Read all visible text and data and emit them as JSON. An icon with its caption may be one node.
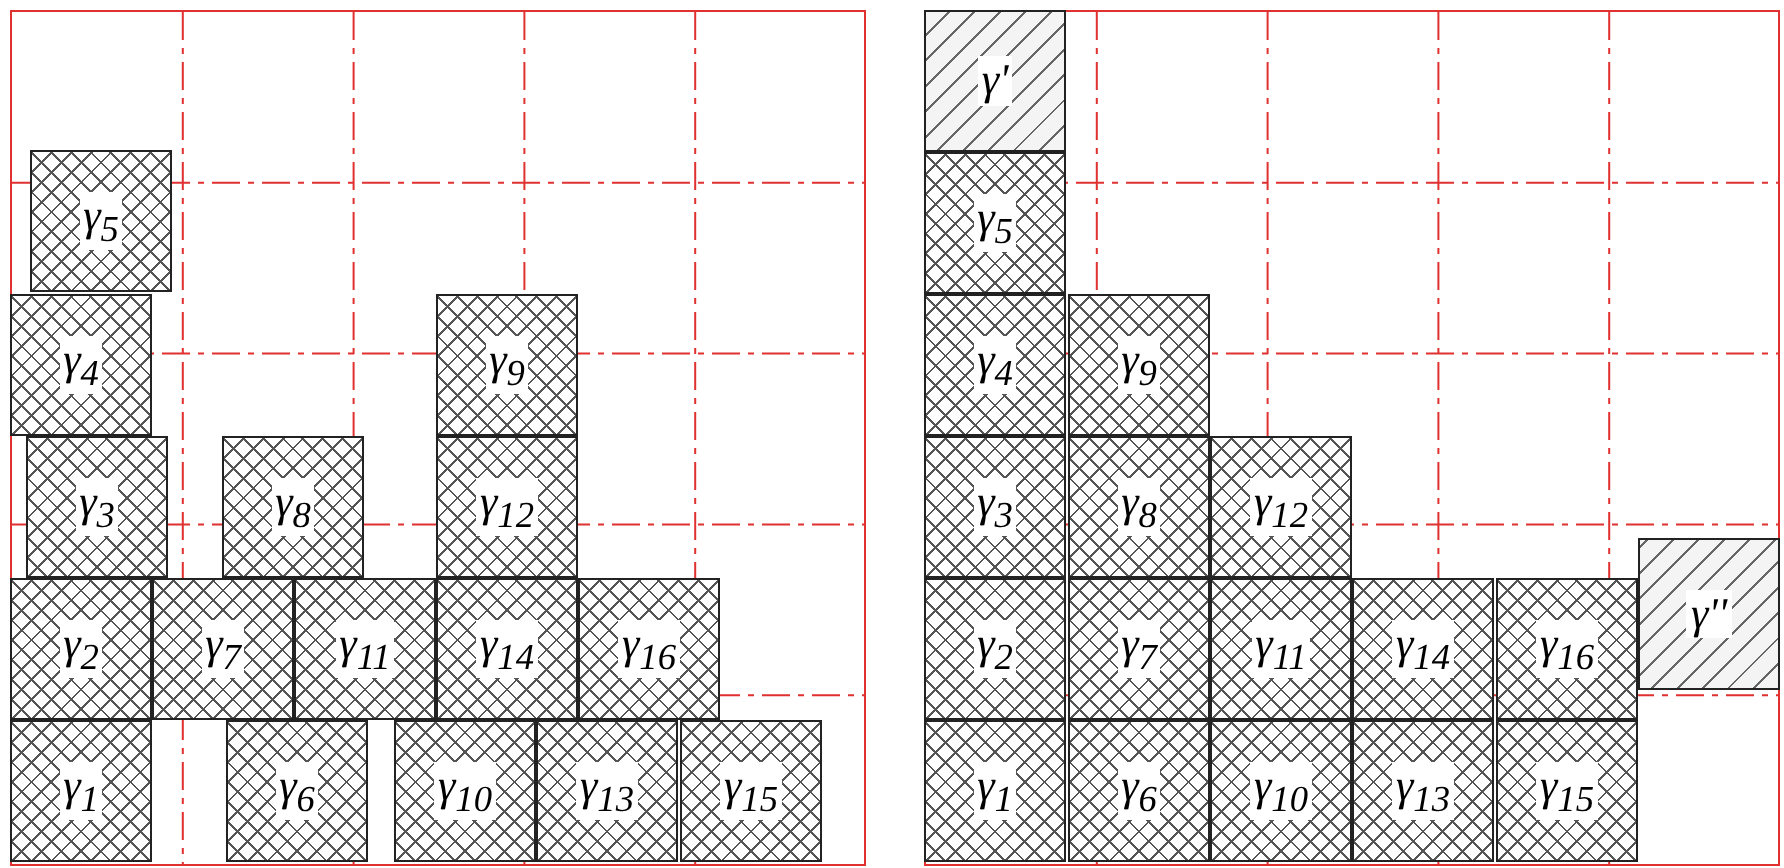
{
  "diagram": {
    "nodes": [
      {
        "text": [
          "γ$_{5}$"
        ]
      },
      {
        "text": [
          "γ$_{4}$"
        ]
      },
      {
        "text": [
          "γ$_{9}$"
        ]
      },
      {
        "text": [
          "γ$_{3}$"
        ]
      },
      {
        "text": [
          "γ$_{8}$"
        ]
      },
      {
        "text": [
          "γ$_{12}$"
        ]
      },
      {
        "text": [
          "γ$_{2}$"
        ]
      },
      {
        "text": [
          "γ$_{7}$"
        ]
      },
      {
        "text": [
          "γ$_{11}$"
        ]
      },
      {
        "text": [
          "γ$_{14}$"
        ]
      },
      {
        "text": [
          "γ$_{16}$"
        ]
      },
      {
        "text": [
          "γ$_{1}$"
        ]
      },
      {
        "text": [
          "γ$_{6}$"
        ]
      },
      {
        "text": [
          "γ$_{10}$"
        ]
      },
      {
        "text": [
          "γ$_{13}$"
        ]
      },
      {
        "text": [
          "γ$_{15}$"
        ]
      },
      {
        "text": [
          "γ'"
        ]
      },
      {
        "text": [
          "γ$_{5}$"
        ]
      },
      {
        "text": [
          "γ$_{4}$"
        ]
      },
      {
        "text": [
          "γ$_{9}$"
        ]
      },
      {
        "text": [
          "γ$_{3}$"
        ]
      },
      {
        "text": [
          "γ$_{8}$"
        ]
      },
      {
        "text": [
          "γ$_{12}$"
        ]
      },
      {
        "text": [
          "γ$_{2}$"
        ]
      },
      {
        "text": [
          "γ$_{7}$"
        ]
      },
      {
        "text": [
          "γ$_{11}$"
        ]
      },
      {
        "text": [
          "γ$_{14}$"
        ]
      },
      {
        "text": [
          "γ$_{16}$"
        ]
      },
      {
        "text": [
          "γ''"
        ]
      },
      {
        "text": [
          "γ$_{1}$"
        ]
      },
      {
        "text": [
          "γ$_{6}$"
        ]
      },
      {
        "text": [
          "γ$_{10}$"
        ]
      },
      {
        "text": [
          "γ$_{13}$"
        ]
      },
      {
        "text": [
          "γ$_{15}$"
        ]
      }
    ]
  }
}
